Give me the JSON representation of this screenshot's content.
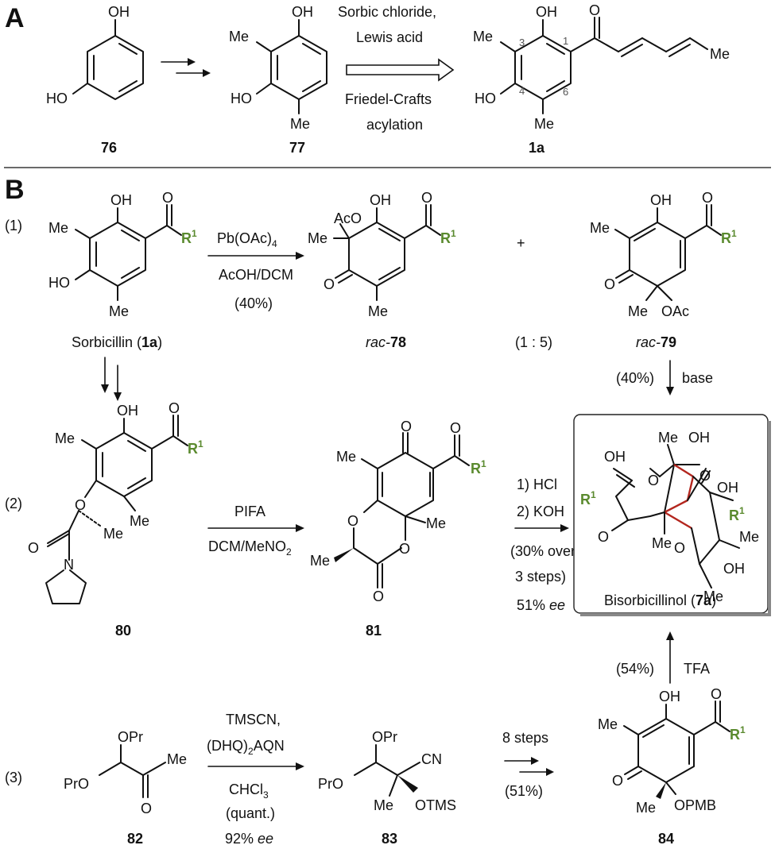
{
  "panels": {
    "a": "A",
    "b": "B"
  },
  "steps": {
    "s1": "(1)",
    "s2": "(2)",
    "s3": "(3)"
  },
  "atoms": {
    "oh": "OH",
    "ho": "HO",
    "me": "Me",
    "o": "O",
    "n": "N",
    "aco": "AcO",
    "oac": "OAc",
    "opr": "OPr",
    "pro": "PrO",
    "cn": "CN",
    "otms": "OTMS",
    "opmb": "OPMB",
    "r": "R",
    "sup1": "1",
    "plus": "+"
  },
  "locants": {
    "c1": "1",
    "c3": "3",
    "c4": "4",
    "c6": "6"
  },
  "compounds": {
    "c76": "76",
    "c77": "77",
    "c1a": "1a",
    "c78_prefix": "rac-",
    "c78": "78",
    "c79_prefix": "rac-",
    "c79": "79",
    "c80": "80",
    "c81": "81",
    "c82": "82",
    "c83": "83",
    "c84": "84",
    "sorbicillin_pre": "Sorbicillin (",
    "sorbicillin_num": "1a",
    "sorbicillin_post": ")",
    "bisorb_pre": "Bisorbicillinol (",
    "bisorb_num": "7a",
    "bisorb_post": ")"
  },
  "conditions": {
    "a_line1": "Sorbic chloride,",
    "a_line2": "Lewis acid",
    "a_line3": "Friedel-Crafts",
    "a_line4": "acylation",
    "b1_top_pre": "Pb(OAc)",
    "b1_top_sub": "4",
    "b1_bottom": "AcOH/DCM",
    "b1_yield": "(40%)",
    "ratio": "(1 : 5)",
    "base_yield": "(40%)",
    "base": "base",
    "pifa": "PIFA",
    "dcm_pre": "DCM/MeNO",
    "dcm_sub": "2",
    "hcl": "1) HCl",
    "koh": "2) KOH",
    "over1": "(30% over",
    "over2": "3 steps)",
    "ee_num": "51% ",
    "ee_word": "ee",
    "tfa_yield": "(54%)",
    "tfa": "TFA",
    "tmscn": "TMSCN,",
    "dhq_pre": "(DHQ)",
    "dhq_sub": "2",
    "dhq_post": "AQN",
    "chcl_pre": "CHCl",
    "chcl_sub": "3",
    "quant": "(quant.)",
    "ee92_num": "92% ",
    "ee92_word": "ee",
    "steps8": "8 steps",
    "yield51": "(51%)"
  }
}
